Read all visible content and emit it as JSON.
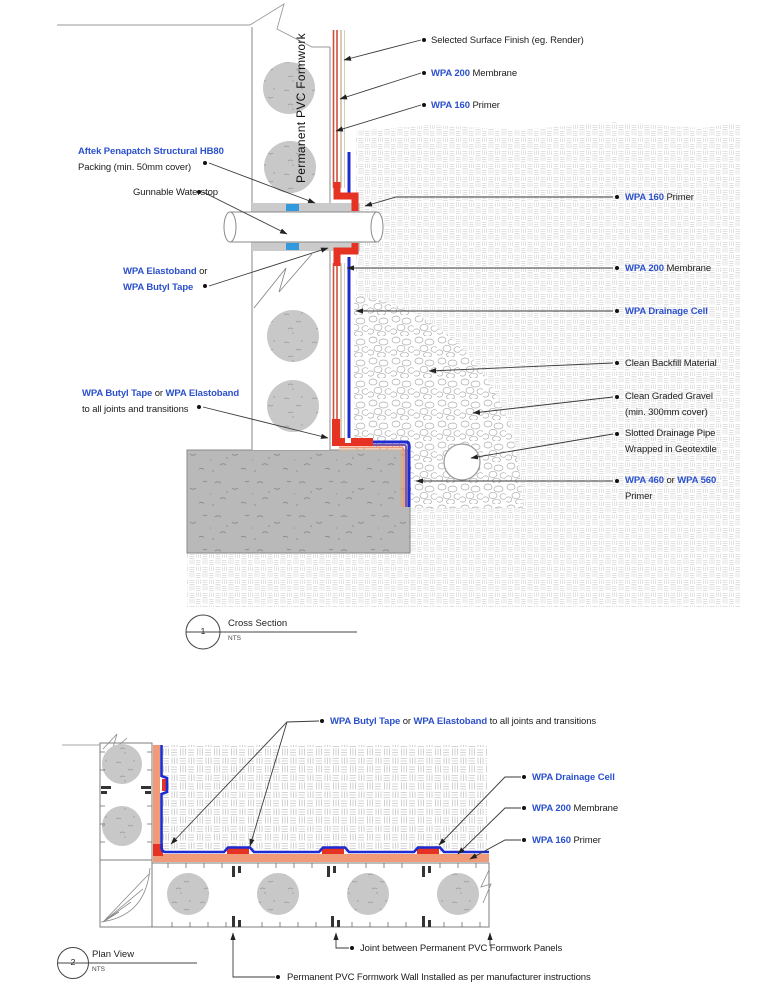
{
  "colors": {
    "accent_blue": "#2b50cc",
    "membrane_red": "#d14f3d",
    "tape_red": "#e63222",
    "drainage_blue": "#1d2bd0",
    "salmon": "#f09a78",
    "purple": "#7e57a5",
    "tan": "#c7b299",
    "waterstop_blue": "#3399dd"
  },
  "cross_section": {
    "number": "1",
    "title": "Cross Section",
    "scale": "NTS",
    "wall_text": "Permanent PVC Formwork",
    "labels": {
      "surface_finish": {
        "t1": "Selected Surface Finish (eg. Render)"
      },
      "membrane_top": {
        "b1": "WPA 200",
        "t1": " Membrane"
      },
      "primer_top": {
        "b1": "WPA 160",
        "t1": " Primer"
      },
      "aftek": {
        "b1": "Aftek Penapatch Structural HB80",
        "t1": "Packing (min. 50mm cover)"
      },
      "gunnable": {
        "t1": "Gunnable Waterstop"
      },
      "elastoband": {
        "b1": "WPA Elastoband",
        "t1": " or",
        "b2": "WPA Butyl Tape"
      },
      "primer_right": {
        "b1": "WPA 160",
        "t1": " Primer"
      },
      "membrane_right": {
        "b1": "WPA 200",
        "t1": " Membrane"
      },
      "drainage_cell": {
        "b1": "WPA Drainage Cell"
      },
      "backfill": {
        "t1": "Clean Backfill Material"
      },
      "gravel": {
        "t1": "Clean Graded Gravel",
        "t2": "(min. 300mm cover)"
      },
      "slotted": {
        "t1": "Slotted Drainage Pipe",
        "t2": "Wrapped in Geotextile"
      },
      "wpa460": {
        "b1": "WPA 460",
        "t1": " or ",
        "b2": "WPA 560",
        "t2": "Primer"
      },
      "butyl": {
        "b1": "WPA Butyl Tape",
        "t1": " or ",
        "b2": "WPA Elastoband",
        "t2": "to all joints and transitions"
      }
    }
  },
  "plan_view": {
    "number": "2",
    "title": "Plan View",
    "scale": "NTS",
    "labels": {
      "butyl": {
        "b1": "WPA Butyl Tape",
        "t1": " or ",
        "b2": "WPA Elastoband",
        "t2": " to all joints and transitions"
      },
      "drainage_cell": {
        "b1": "WPA Drainage Cell"
      },
      "membrane": {
        "b1": "WPA 200",
        "t1": " Membrane"
      },
      "primer": {
        "b1": "WPA 160",
        "t1": " Primer"
      },
      "joint": {
        "t1": "Joint between Permanent PVC Formwork Panels"
      },
      "wall": {
        "t1": "Permanent PVC Formwork Wall Installed as per manufacturer instructions"
      }
    }
  }
}
